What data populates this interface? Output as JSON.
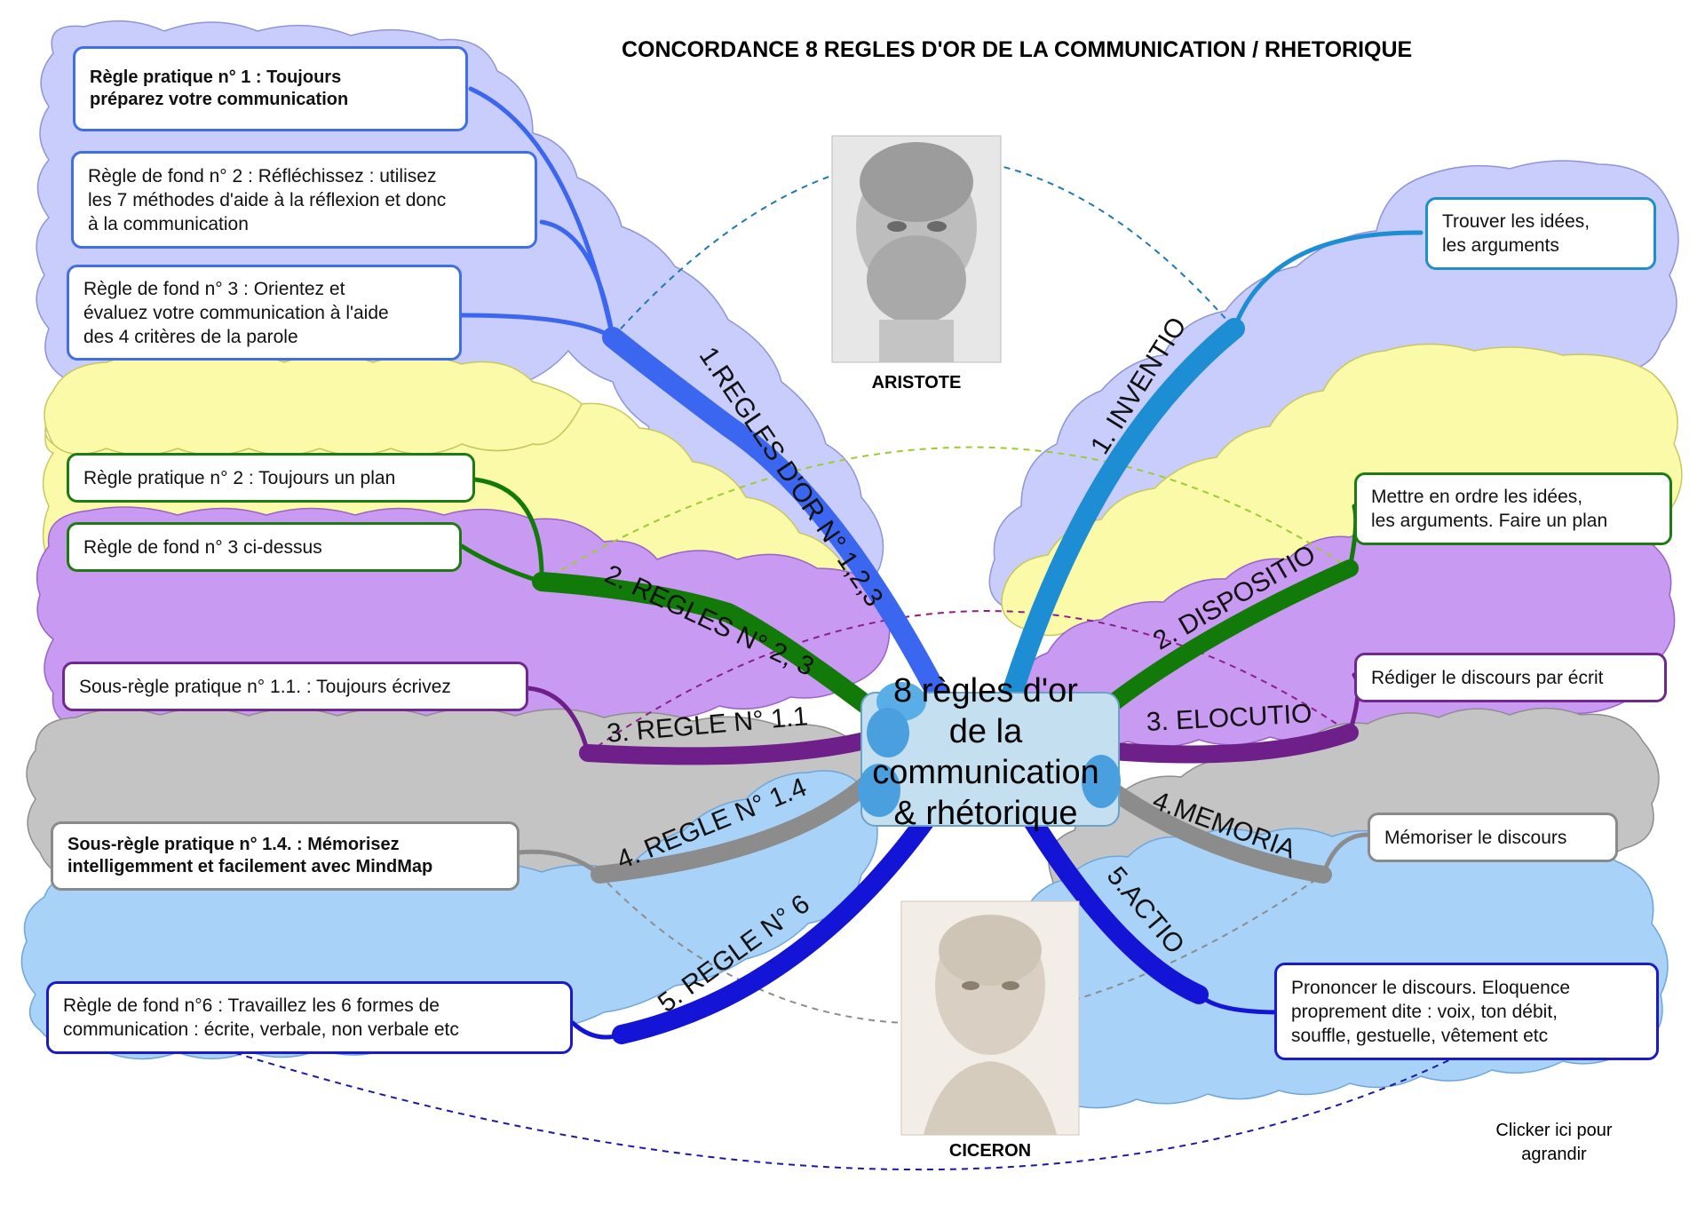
{
  "title": "CONCORDANCE 8 REGLES D'OR DE LA COMMUNICATION / RHETORIQUE",
  "center": {
    "line1": "8 règles d'or",
    "line2": "de la",
    "line3": "communication",
    "line4": "& rhétorique"
  },
  "portraits": {
    "aristote": "ARISTOTE",
    "ciceron": "CICERON"
  },
  "branches": {
    "left_1": "1.REGLES D'OR N° 1,2,3",
    "left_2": "2. REGLES N° 2, 3",
    "left_3": "3. REGLE N° 1.1",
    "left_4": "4. REGLE N° 1.4",
    "left_5": "5. REGLE N° 6",
    "right_1": "1. INVENTIO",
    "right_2": "2. DISPOSITIO",
    "right_3": "3. ELOCUTIO",
    "right_4": "4.MEMORIA",
    "right_5": "5.ACTIO"
  },
  "left_boxes": {
    "r1_practical": [
      "Règle pratique n° 1 : Toujours",
      "préparez votre communication"
    ],
    "r2_fond": [
      "Règle de fond n° 2 : Réfléchissez : utilisez",
      "les 7 méthodes d'aide à la réflexion et donc",
      "à la communication"
    ],
    "r3_fond": [
      "Règle de fond n° 3 : Orientez et",
      "évaluez votre communication à l'aide",
      "des 4 critères de la parole"
    ],
    "plan": [
      "Règle pratique n° 2 : Toujours un plan"
    ],
    "fond3": [
      "Règle de fond n° 3 ci-dessus"
    ],
    "ecrivez": [
      "Sous-règle pratique n° 1.1. : Toujours écrivez"
    ],
    "memorisez": [
      "Sous-règle pratique n° 1.4. : Mémorisez",
      "intelligemment et facilement avec MindMap"
    ],
    "fond6": [
      "Règle de fond n°6 : Travaillez les 6 formes de",
      "communication : écrite, verbale, non verbale etc"
    ]
  },
  "right_boxes": {
    "inventio": [
      "Trouver les idées,",
      "les arguments"
    ],
    "dispositio": [
      "Mettre en ordre les idées,",
      "les arguments. Faire un plan"
    ],
    "elocutio": [
      "Rédiger le discours par écrit"
    ],
    "memoria": [
      "Mémoriser le discours"
    ],
    "actio": [
      "Prononcer le discours. Eloquence",
      "proprement dite : voix, ton débit,",
      "souffle, gestuelle, vêtement etc"
    ]
  },
  "zoom_hint": [
    "Clicker ici pour",
    "agrandir"
  ],
  "colors": {
    "blue_cloud": "#c9cdfb",
    "yellow_cloud": "#fafaa8",
    "purple_cloud": "#c99af2",
    "gray_cloud": "#c4c4c4",
    "lightblue_cloud": "#a9d2f8",
    "blue_branch": "#3b66f0",
    "green_branch": "#117a08",
    "purple_branch": "#6e1f8a",
    "gray_branch": "#8c8c8c",
    "navy_branch": "#1414d6",
    "teal_branch": "#1e8ed4",
    "center_fill": "#c3dff0"
  }
}
